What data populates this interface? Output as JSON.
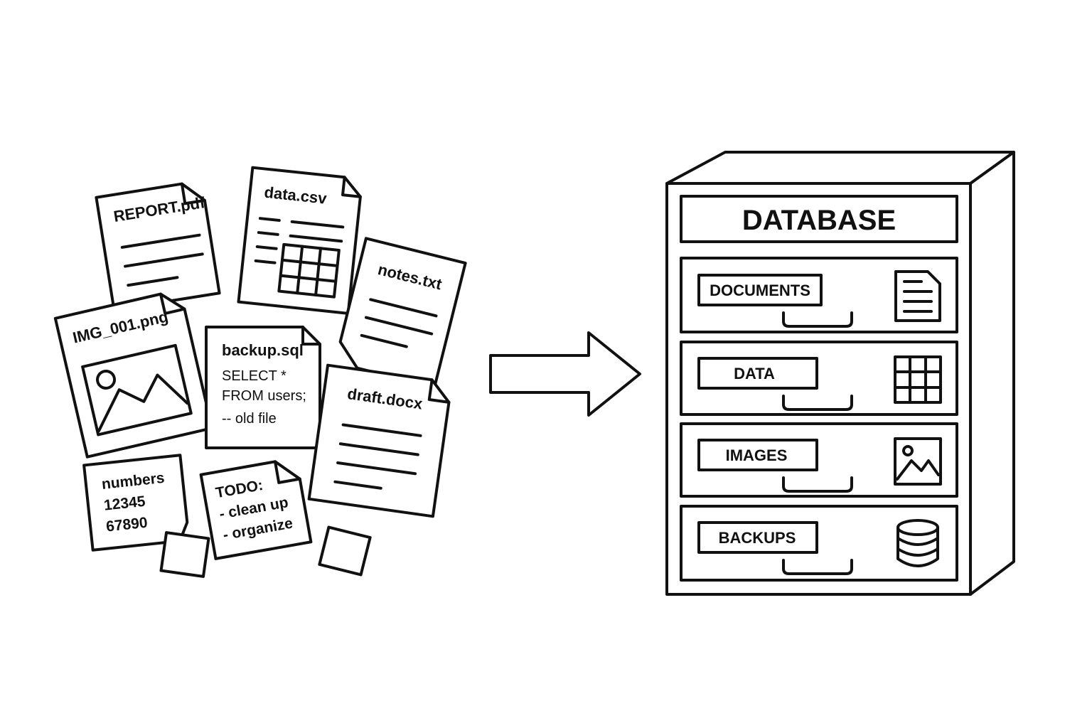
{
  "colors": {
    "ink": "#111111",
    "paper": "#ffffff"
  },
  "files": {
    "report": {
      "name": "REPORT.pdf"
    },
    "csv": {
      "name": "data.csv"
    },
    "notes": {
      "name": "notes.txt"
    },
    "image": {
      "name": "IMG_001.png"
    },
    "backup": {
      "name": "backup.sql",
      "lines": [
        "SELECT *",
        "FROM users;",
        "-- old file"
      ]
    },
    "draft": {
      "name": "draft.docx"
    },
    "numbers": {
      "lines": [
        "numbers",
        "12345",
        "67890"
      ]
    },
    "todo": {
      "lines": [
        "TODO:",
        "- clean up",
        "- organize"
      ]
    }
  },
  "arrow": {
    "icon": "right-arrow-icon"
  },
  "database": {
    "title": "DATABASE",
    "drawers": [
      {
        "label": "DOCUMENTS",
        "icon": "document-icon"
      },
      {
        "label": "DATA",
        "icon": "grid-icon"
      },
      {
        "label": "IMAGES",
        "icon": "image-icon"
      },
      {
        "label": "BACKUPS",
        "icon": "database-icon"
      }
    ]
  }
}
